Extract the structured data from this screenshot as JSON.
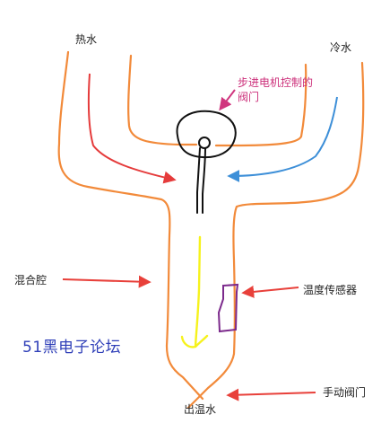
{
  "labels": {
    "hot_water": "热水",
    "cold_water": "冷水",
    "valve_note": "步进电机控制的阀门",
    "mixing_chamber": "混合腔",
    "temperature_sensor": "温度传感器",
    "manual_valve": "手动阀门",
    "outlet": "出温水"
  },
  "watermark": "51黑电子论坛",
  "colors": {
    "pipe": "#f28a3a",
    "hot_arrow": "#e53b3b",
    "cold_arrow": "#3d8fd8",
    "pointer_arrow": "#e8403a",
    "accent_arrow": "#d0357e",
    "flow_yellow": "#f6f21c",
    "sensor": "#7c2a8c",
    "valve": "#111111"
  }
}
